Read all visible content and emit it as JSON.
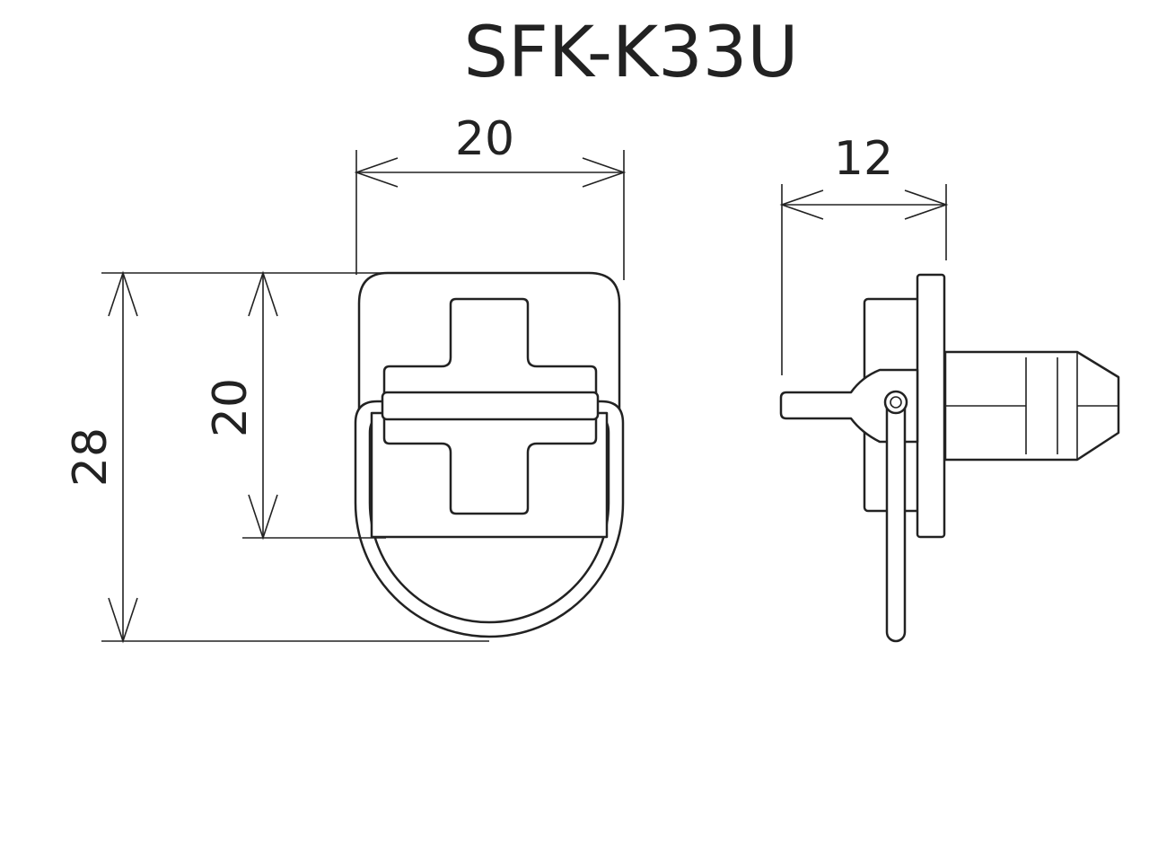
{
  "title": "SFK-K33U",
  "dimensions": {
    "front_width": "20",
    "side_depth": "12",
    "total_height": "28",
    "plate_height": "20"
  },
  "colors": {
    "line": "#222222",
    "background": "#ffffff"
  }
}
